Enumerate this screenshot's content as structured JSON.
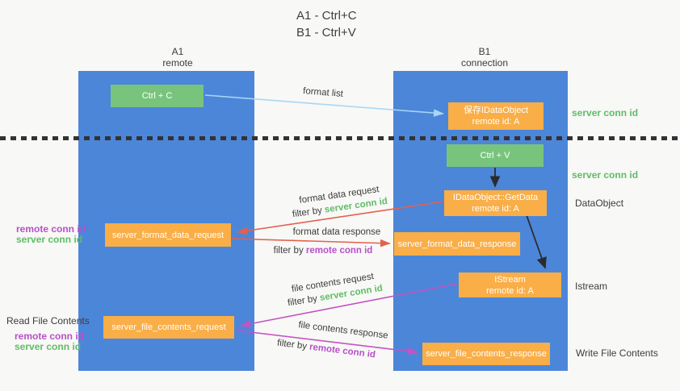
{
  "colors": {
    "column_blue": "#4c86d9",
    "green_box": "#79c47d",
    "orange_box": "#f9ae47",
    "green_id_text": "#5fbc66",
    "purple_id_text": "#b94fc9",
    "red_arrow": "#e4604e",
    "magenta_arrow": "#c353c3",
    "light_blue_arrow": "#a9d6f5",
    "black_arrow": "#2b2b2b"
  },
  "title": {
    "line1": "A1 - Ctrl+C",
    "line2": "B1 - Ctrl+V"
  },
  "columns": {
    "left": {
      "name": "A1",
      "role": "remote"
    },
    "right": {
      "name": "B1",
      "role": "connection"
    }
  },
  "nodes": {
    "ctrl_c": {
      "label": "Ctrl + C"
    },
    "save_dataobject": {
      "line1": "保存IDataObject",
      "line2": "remote id: A"
    },
    "ctrl_v": {
      "label": "Ctrl + V"
    },
    "getdata": {
      "line1": "IDataObject::GetData",
      "line2": "remote id: A"
    },
    "istream": {
      "line1": "IStream",
      "line2": "remote id: A"
    },
    "format_request": {
      "label": "server_format_data_request"
    },
    "format_response": {
      "label": "server_format_data_response"
    },
    "file_request": {
      "label": "server_file_contents_request"
    },
    "file_response": {
      "label": "server_file_contents_response"
    }
  },
  "side_labels": {
    "server_conn_id_top": "server conn id",
    "server_conn_id_mid": "server conn id",
    "dataobject": "DataObject",
    "istream": "Istream",
    "read_file_contents": "Read File Contents",
    "write_file_contents": "Write File Contents",
    "left_ids_format": {
      "remote": "remote conn id",
      "server": "server conn id"
    },
    "left_ids_file": {
      "remote": "remote conn id",
      "server": "server conn id"
    }
  },
  "arrow_labels": {
    "format_list": "format list",
    "format_data_request": "format data request",
    "format_data_response": "format data response",
    "file_contents_request": "file contents request",
    "file_contents_response": "file contents response"
  },
  "filters": {
    "f1": {
      "prefix": "filter by ",
      "id": "server conn id"
    },
    "f2": {
      "prefix": "filter by ",
      "id": "remote conn id"
    },
    "f3": {
      "prefix": "filter by ",
      "id": "server conn id"
    },
    "f4": {
      "prefix": "filter by ",
      "id": "remote conn id"
    }
  }
}
